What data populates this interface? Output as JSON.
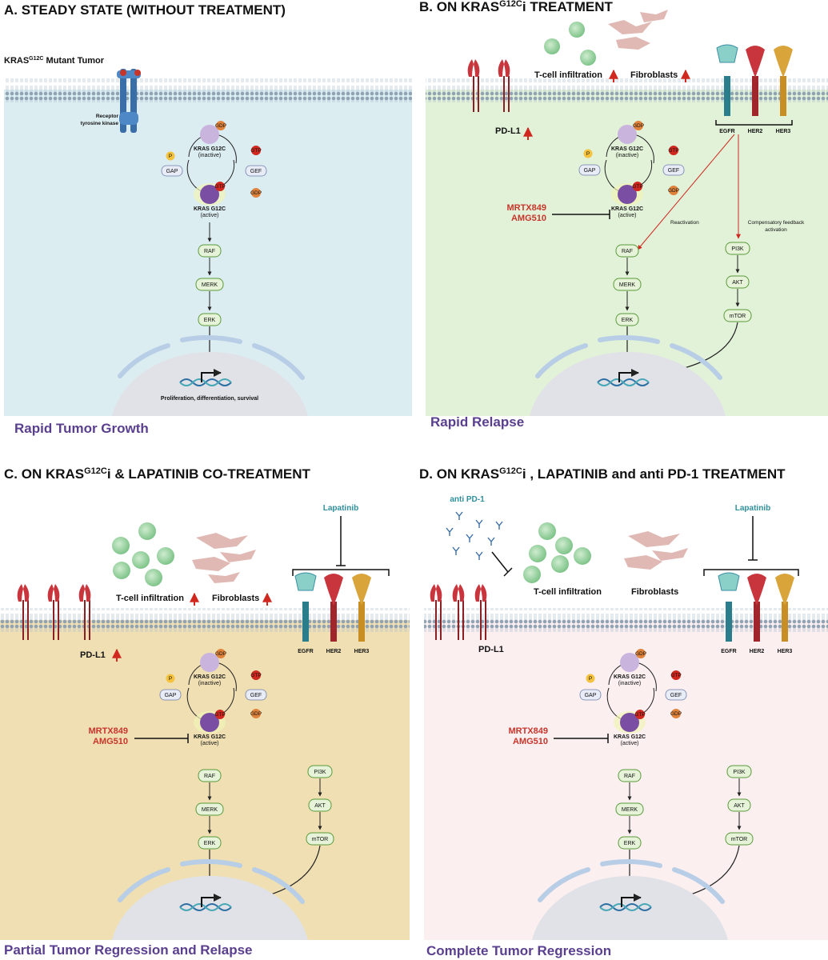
{
  "panels": {
    "A": {
      "title": "A. STEADY STATE (WITHOUT TREATMENT)",
      "tumor_label_prefix": "KRAS",
      "tumor_label_sup": "G12C",
      "tumor_label_suffix": " Mutant Tumor",
      "receptor_line1": "Receptor",
      "receptor_line2": "tyrosine kinase",
      "outcome": "Rapid Tumor Growth",
      "nucleus_caption": "Proliferation, differentiation, survival",
      "background_color": "#dcedf2"
    },
    "B": {
      "title_prefix": "B. ON KRAS",
      "title_sup": "G12C",
      "title_suffix": "i TREATMENT",
      "tcell": "T-cell infiltration",
      "fibro": "Fibroblasts",
      "pdl1": "PD-L1",
      "reactivation": "Reactivation",
      "feedback_line1": "Compensatory feedback",
      "feedback_line2": "activation",
      "outcome": "Rapid Relapse",
      "background_color": "#e2f2d8"
    },
    "C": {
      "title_prefix": "C. ON KRAS",
      "title_sup": "G12C",
      "title_suffix": "i & LAPATINIB CO-TREATMENT",
      "tcell": "T-cell infiltration",
      "fibro": "Fibroblasts",
      "pdl1": "PD-L1",
      "lapatinib": "Lapatinib",
      "outcome": "Partial Tumor Regression and Relapse",
      "background_color": "#efdfb3"
    },
    "D": {
      "title_prefix": "D. ON KRAS",
      "title_sup": "G12C",
      "title_suffix": "i ,  LAPATINIB and anti PD-1 TREATMENT",
      "tcell": "T-cell infiltration",
      "fibro": "Fibroblasts",
      "pdl1": "PD-L1",
      "lapatinib": "Lapatinib",
      "antipd1": "anti PD-1",
      "outcome": "Complete Tumor Regression",
      "background_color": "#fbeff0"
    }
  },
  "common": {
    "gdp": "GDP",
    "gtp": "GTP",
    "p": "P",
    "gap": "GAP",
    "gef": "GEF",
    "kras": "KRAS G12C",
    "inactive": "(inactive)",
    "active": "(active)",
    "raf": "RAF",
    "merk": "MERK",
    "erk": "ERK",
    "pi3k": "PI3K",
    "akt": "AKT",
    "mtor": "mTOR",
    "egfr": "EGFR",
    "her2": "HER2",
    "her3": "HER3",
    "drug1": "MRTX849",
    "drug2": "AMG510"
  },
  "colors": {
    "outcome_text": "#5a3f8f",
    "drug_text": "#c8352b",
    "lapatinib_text": "#2f8f9a",
    "arrow_red": "#d0281f",
    "node_fill": "#e6f3d9",
    "node_stroke": "#5a9a3a"
  }
}
